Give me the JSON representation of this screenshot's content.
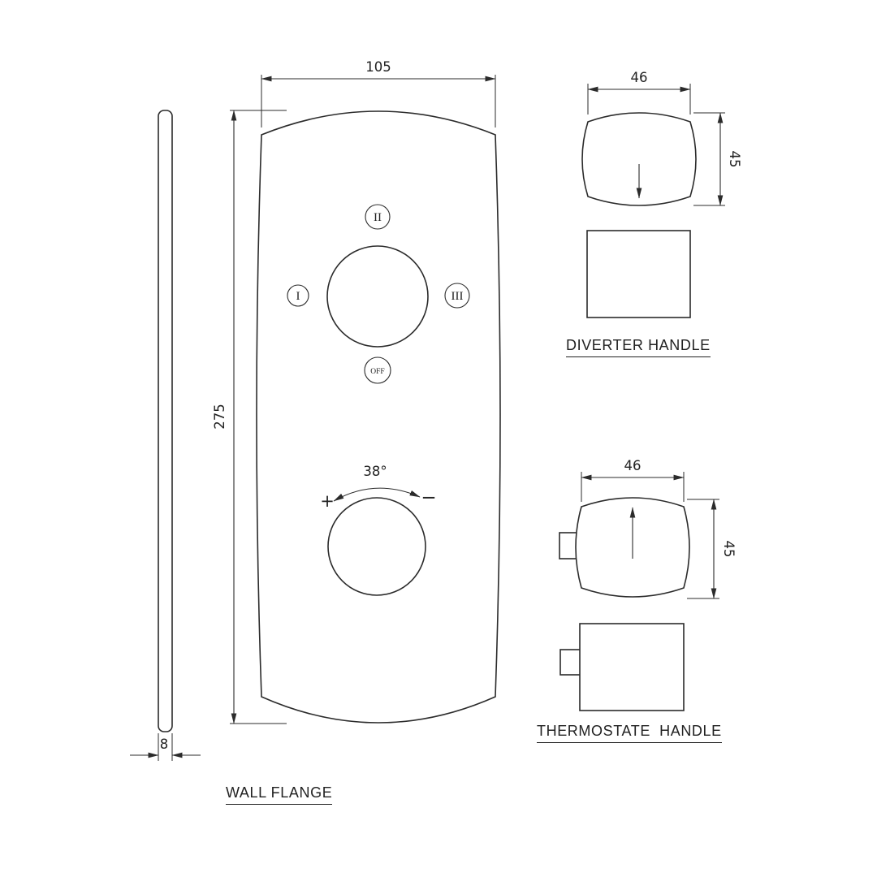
{
  "colors": {
    "line": "#2b2b2b",
    "background": "#ffffff"
  },
  "wall_flange": {
    "label": "WALL FLANGE",
    "dim_width": "105",
    "dim_height": "275",
    "dim_thickness": "8",
    "diverter_dial": {
      "top": "II",
      "left": "I",
      "right": "III",
      "off": "OFF"
    },
    "thermostat_dial": {
      "angle": "38°",
      "plus": "+",
      "minus": "−"
    }
  },
  "diverter_handle": {
    "label": "DIVERTER HANDLE",
    "dim_width": "46",
    "dim_height": "45"
  },
  "thermostat_handle": {
    "label": "THERMOSTATE  HANDLE",
    "dim_width": "46",
    "dim_height": "45"
  }
}
